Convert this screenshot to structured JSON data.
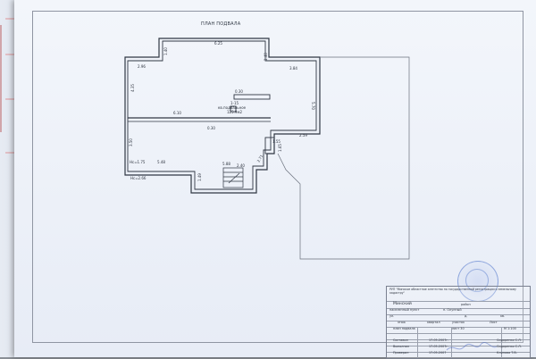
{
  "plan": {
    "title": "ПЛАН ПОДВАЛА",
    "dimensions": {
      "top_width": "6.25",
      "top_left_drop": "1.40",
      "top_right_drop": "1.40",
      "left_upper": "2.96",
      "left_height": "4.35",
      "right_upper_len": "3.84",
      "right_height": "5.70",
      "inner_wall_1": "0.30",
      "inner_wall_2": "0.30",
      "center_len": "6.10",
      "lower_len": "5.48",
      "lower_left_height": "3.50",
      "hc_inner": "Нс=1.75",
      "hc_outer": "Нс=2.66",
      "stair_w": "2.40",
      "stair_small": "5.88",
      "stair_h": "1.49",
      "right_lower_w": "2.59",
      "right_small_a": "1.55",
      "right_small_b": "1.65",
      "right_small_c": "2.71",
      "room_no": "1-15",
      "room_area": "125.9м2",
      "room_label": "кв.подвальное"
    }
  },
  "title_block": {
    "organization": "РУП \"Минское областное агентство по государственной регистрации и земельному кадастру\"",
    "region_label": "Минский",
    "region_suffix": "район",
    "settlement_label": "населенный пункт",
    "settlement_value": "п. Олунный",
    "col_ul": "ул.",
    "col_dom": "д.",
    "col_kv": "кв.",
    "row2_a": "этаж",
    "row2_b": "квартал",
    "row2_c": "участок",
    "row2_d": "Лист",
    "scale_label": "план подвала",
    "sheet_no": "лист 30",
    "scale": "М 1:100",
    "roles": [
      {
        "role": "Составил",
        "date": "17.05.2007г.",
        "name": "Сидоренко С.Л."
      },
      {
        "role": "Выполнил",
        "date": "17.05.2007г.",
        "name": "Сидоренко С.Л."
      },
      {
        "role": "Проверил",
        "date": "17.05.2007",
        "name": "Клинова Т.В."
      }
    ]
  }
}
